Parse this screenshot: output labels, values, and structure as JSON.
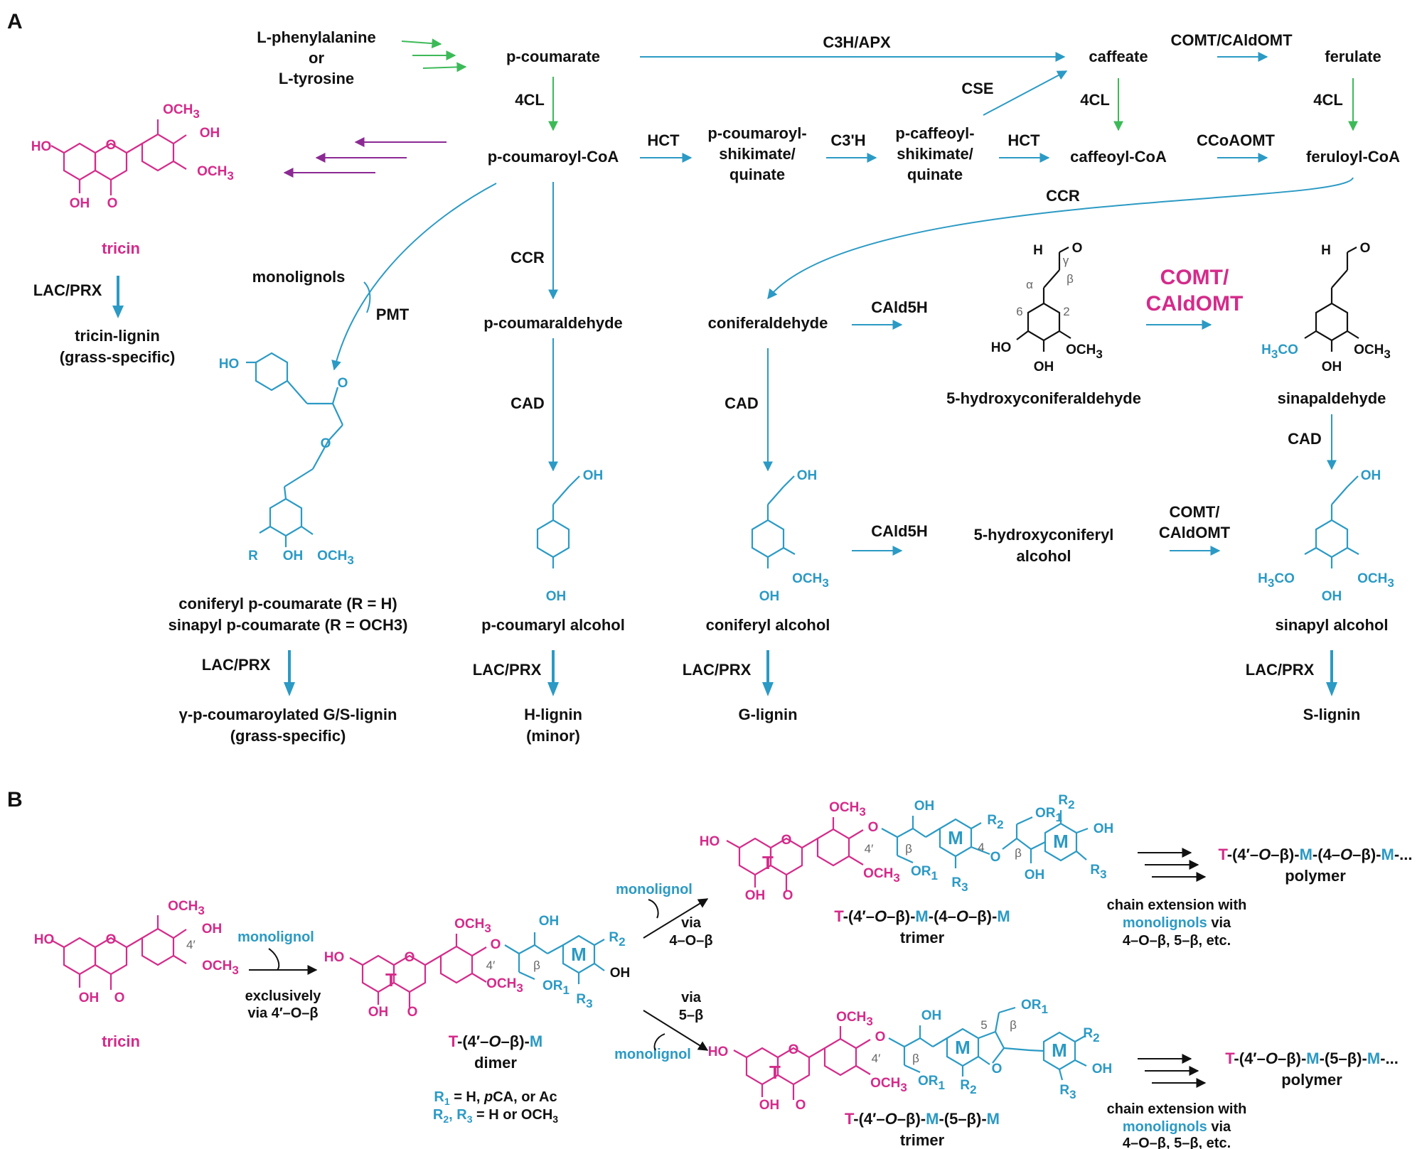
{
  "panels": {
    "a": "A",
    "b": "B"
  },
  "colors": {
    "pink": "#d42b8a",
    "blue": "#2b9ac4",
    "green": "#3dba58",
    "purple": "#8b2a93",
    "black": "#111111"
  },
  "A": {
    "start": {
      "l1": "L-phenylalanine",
      "l2": "or",
      "l3": "L-tyrosine"
    },
    "compounds": {
      "p_coumarate": "p-coumarate",
      "caffeate": "caffeate",
      "ferulate": "ferulate",
      "p_coumaroyl_coa": "p-coumaroyl-CoA",
      "shikimate1": [
        "p-coumaroyl-",
        "shikimate/",
        "quinate"
      ],
      "shikimate2": [
        "p-caffeoyl-",
        "shikimate/",
        "quinate"
      ],
      "caffeoyl_coa": "caffeoyl-CoA",
      "feruloyl_coa": "feruloyl-CoA",
      "tricin": "tricin",
      "monolignols": "monolignols",
      "tricin_lignin": [
        "tricin-lignin",
        "(grass-specific)"
      ],
      "p_coumaraldehyde": "p-coumaraldehyde",
      "coniferaldehyde": "coniferaldehyde",
      "hydroxyconiferaldehyde": "5-hydroxyconiferaldehyde",
      "sinapaldehyde": "sinapaldehyde",
      "conjugates": [
        "coniferyl p-coumarate (R = H)",
        "sinapyl p-coumarate (R = OCH3)"
      ],
      "p_coumaryl_alcohol": "p-coumaryl alcohol",
      "coniferyl_alcohol": "coniferyl alcohol",
      "hydroxyconiferyl_alcohol": [
        "5-hydroxyconiferyl",
        "alcohol"
      ],
      "sinapyl_alcohol": "sinapyl alcohol",
      "gs_lignin": [
        "γ-p-coumaroylated G/S-lignin",
        "(grass-specific)"
      ],
      "h_lignin": [
        "H-lignin",
        "(minor)"
      ],
      "g_lignin": "G-lignin",
      "s_lignin": "S-lignin"
    },
    "enzymes": {
      "c3h_apx": "C3H/APX",
      "comt_caldomt": "COMT/CAldOMT",
      "fourcl": "4CL",
      "cse": "CSE",
      "hct": "HCT",
      "c3h_prime": "C3'H",
      "ccoaomt": "CCoAOMT",
      "ccr": "CCR",
      "pmt": "PMT",
      "cad": "CAD",
      "cald5h": "CAld5H",
      "comt_big": [
        "COMT/",
        "CAldOMT"
      ],
      "comt_small": [
        "COMT/",
        "CAldOMT"
      ],
      "lac_prx": "LAC/PRX"
    }
  },
  "B": {
    "tricin": "tricin",
    "monolignol": "monolignol",
    "exclusive": [
      "exclusively",
      "via 4′–O–β"
    ],
    "dimer": {
      "name": "T-(4′–O–β)-M",
      "label": "dimer"
    },
    "r_groups": [
      "R1 = H, pCA, or Ac",
      "R2, R3 = H or OCH3"
    ],
    "via_top": [
      "via",
      "4–O–β"
    ],
    "via_bottom": [
      "via",
      "5–β"
    ],
    "trimer1": {
      "name": "T-(4′–O–β)-M-(4–O–β)-M",
      "label": "trimer"
    },
    "trimer2": {
      "name": "T-(4′–O–β)-M-(5–β)-M",
      "label": "trimer"
    },
    "polymer1": {
      "name": "T-(4′–O–β)-M-(4–O–β)-M-...",
      "label": "polymer"
    },
    "polymer2": {
      "name": "T-(4′–O–β)-M-(5–β)-M-...",
      "label": "polymer"
    },
    "chain": [
      "chain extension with",
      "monolignols via",
      "4–O–β, 5–β, etc."
    ]
  }
}
